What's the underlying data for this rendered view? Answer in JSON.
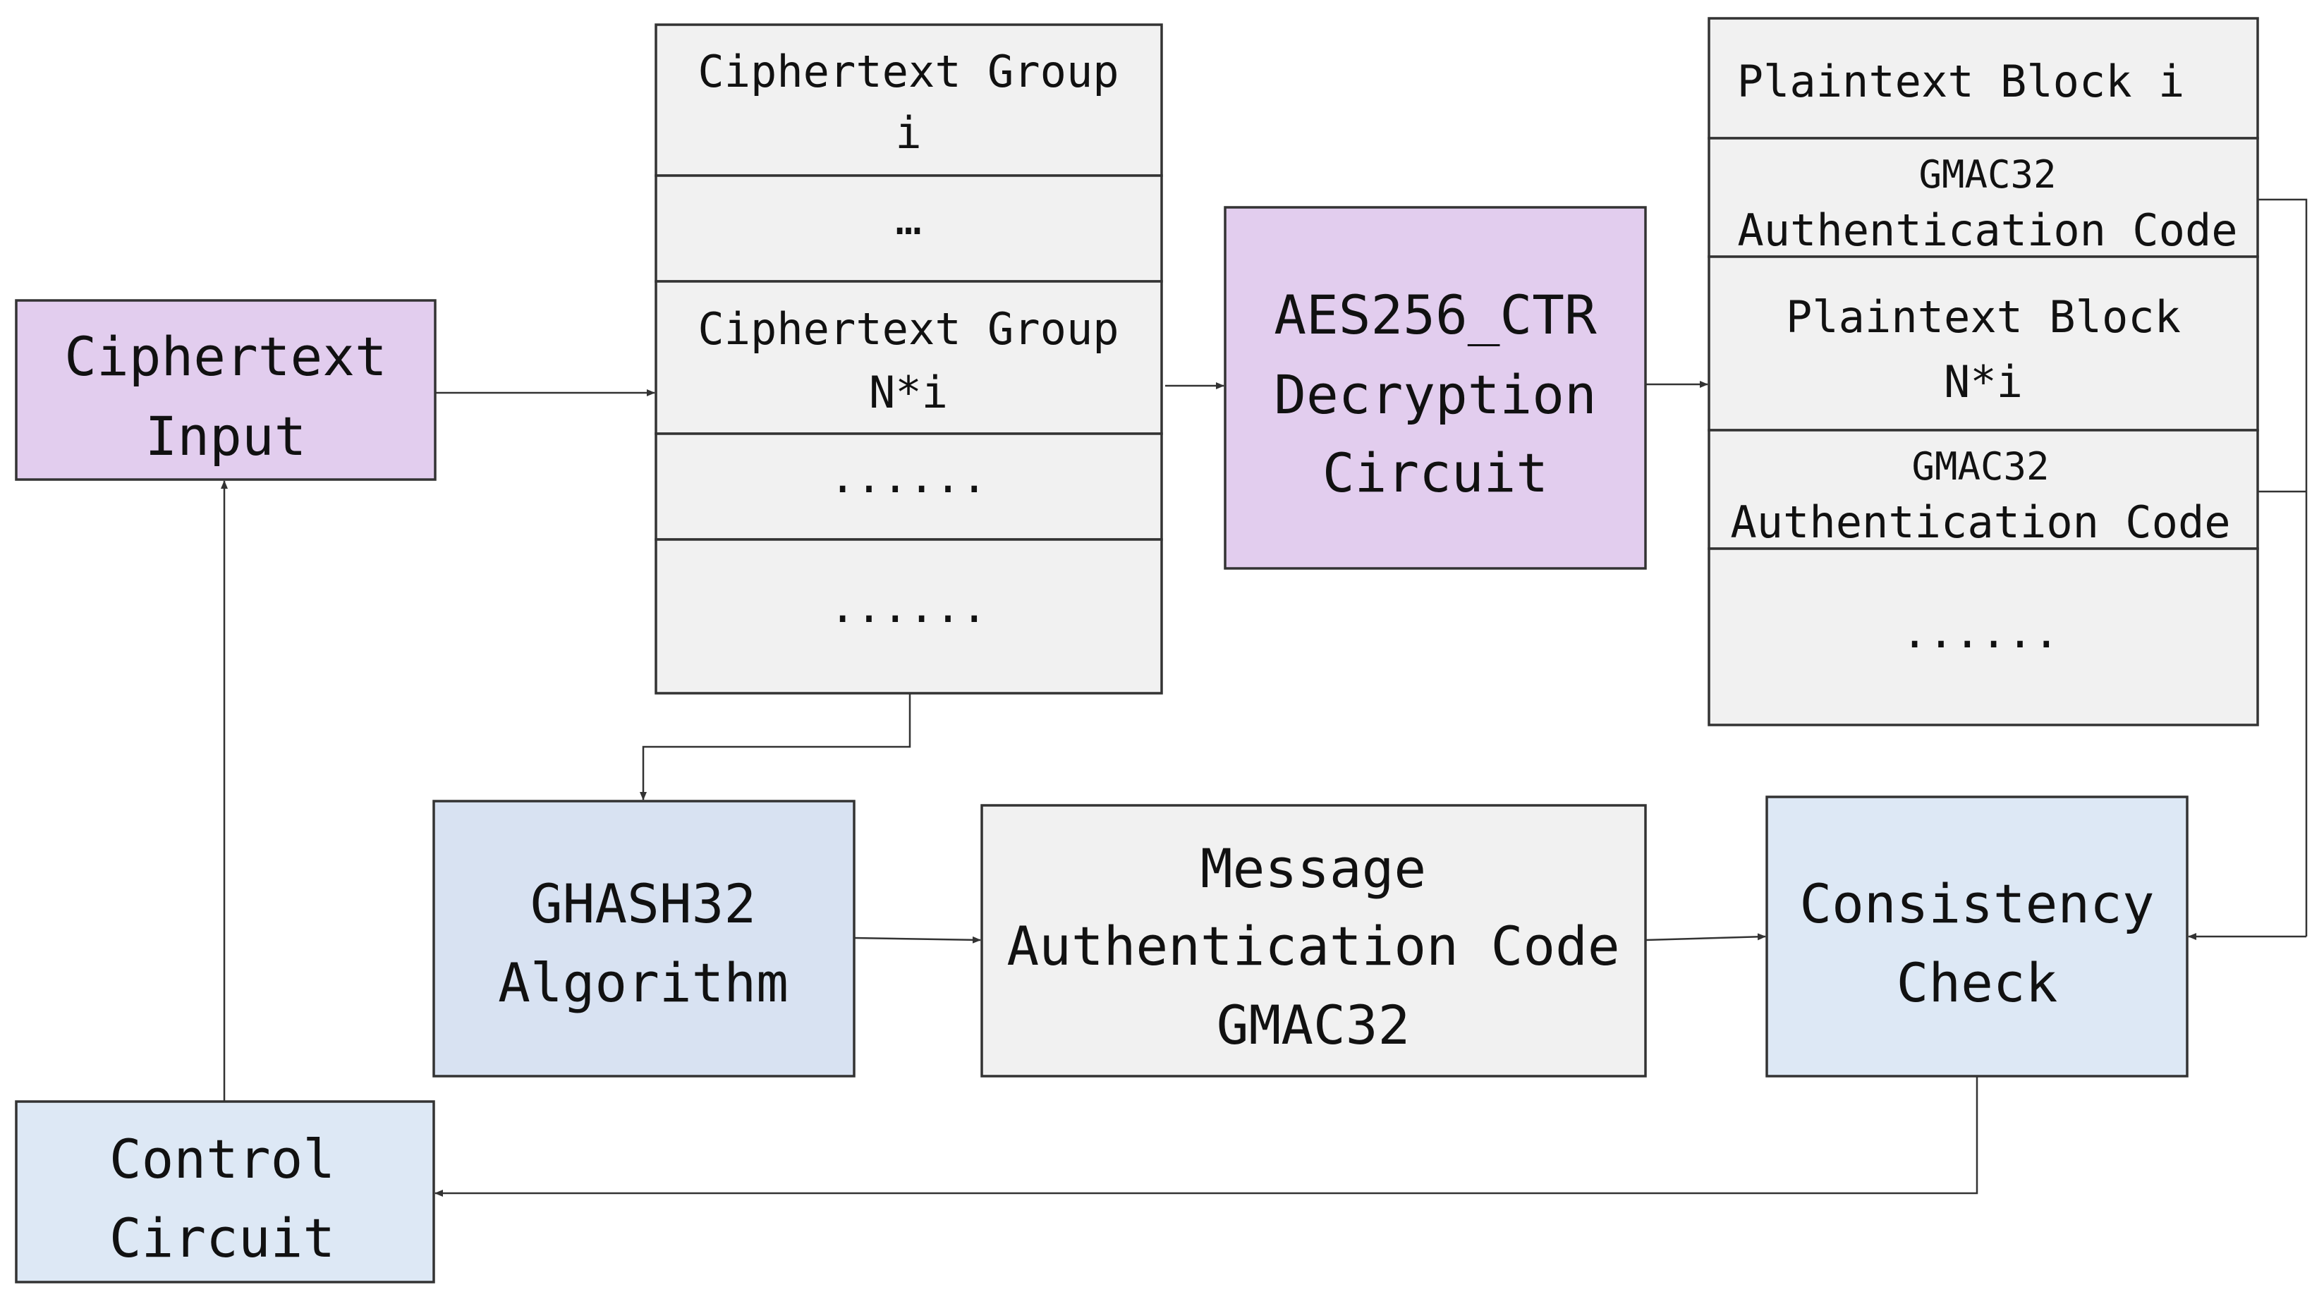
{
  "colors": {
    "purple_fill": "#e2cdee",
    "blue_fill": "#d8e2f2",
    "light_blue_fill": "#dde8f5",
    "gray_fill": "#f1f1f1",
    "stroke": "#333333"
  },
  "ciphertext_input": {
    "line1": "Ciphertext",
    "line2": "Input"
  },
  "ciphertext_groups": {
    "g1_line1": "Ciphertext Group",
    "g1_line2": "i",
    "dots1": "…",
    "g2_line1": "Ciphertext Group",
    "g2_line2": "N*i",
    "dots2": "......",
    "dots3": "......"
  },
  "aes": {
    "line1": "AES256_CTR",
    "line2": "Decryption",
    "line3": "Circuit"
  },
  "plaintext_blocks": {
    "p1": "Plaintext Block i",
    "mac1_line1": "GMAC32",
    "mac1_line2": "Authentication Code",
    "p2_line1": "Plaintext Block",
    "p2_line2": "N*i",
    "mac2_line1": "GMAC32",
    "mac2_line2": "Authentication Code",
    "dots": "......"
  },
  "ghash": {
    "line1": "GHASH32",
    "line2": "Algorithm"
  },
  "message_auth": {
    "line1": "Message",
    "line2": "Authentication Code",
    "line3": "GMAC32"
  },
  "consistency": {
    "line1": "Consistency",
    "line2": "Check"
  },
  "control": {
    "line1": "Control",
    "line2": "Circuit"
  }
}
